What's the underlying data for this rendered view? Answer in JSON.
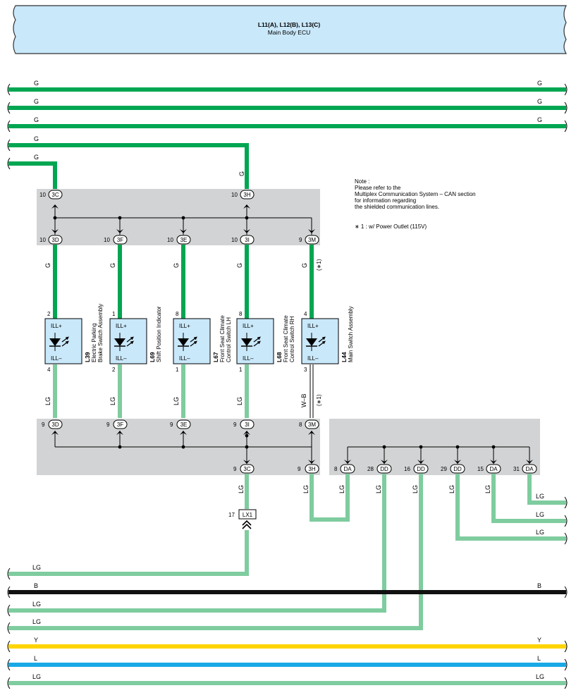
{
  "ecu": {
    "title": "L11(A), L12(B), L13(C)",
    "subtitle": "Main Body ECU"
  },
  "note": {
    "lines": [
      "Note :",
      "Please refer to the",
      "Multiplex Communication System – CAN section",
      "for information regarding",
      "the shielded communication lines."
    ],
    "option": "∗ 1 : w/ Power Outlet (115V)"
  },
  "wire_colors": {
    "G": "#00a651",
    "LG": "#7fcc9f",
    "B": "#111111",
    "Y": "#ffd400",
    "L": "#19a9e6"
  },
  "top_wires": [
    {
      "label_left": "G",
      "label_right": "G"
    },
    {
      "label_left": "G",
      "label_right": "G"
    },
    {
      "label_left": "G",
      "label_right": "G"
    },
    {
      "label_left": "G",
      "label_right": ""
    },
    {
      "label_left": "G",
      "label_right": ""
    }
  ],
  "junction_top": {
    "in_pins": [
      {
        "num": "10",
        "conn": "3C"
      },
      {
        "num": "10",
        "conn": "3H"
      }
    ],
    "out_pins": [
      {
        "num": "10",
        "conn": "3D"
      },
      {
        "num": "10",
        "conn": "3F"
      },
      {
        "num": "10",
        "conn": "3E"
      },
      {
        "num": "10",
        "conn": "3I"
      },
      {
        "num": "9",
        "conn": "3M"
      }
    ],
    "wire_g": "G"
  },
  "switches": [
    {
      "id": "L39",
      "name1": "Electric Parking",
      "name2": "Brake Switch Assembly",
      "pin_top": "2",
      "pin_bot": "4",
      "top_wire": "G",
      "bot_wire": "LG",
      "ill_plus": "ILL+",
      "ill_minus": "ILL–"
    },
    {
      "id": "L69",
      "name1": "Shift Position Indicator",
      "name2": "",
      "pin_top": "1",
      "pin_bot": "2",
      "top_wire": "G",
      "bot_wire": "LG",
      "ill_plus": "ILL+",
      "ill_minus": "ILL–"
    },
    {
      "id": "L67",
      "name1": "Front Seat Climate",
      "name2": "Control Switch LH",
      "pin_top": "8",
      "pin_bot": "1",
      "top_wire": "G",
      "bot_wire": "LG",
      "ill_plus": "ILL+",
      "ill_minus": "ILL–"
    },
    {
      "id": "L68",
      "name1": "Front Seat Climate",
      "name2": "Control Switch RH",
      "pin_top": "8",
      "pin_bot": "1",
      "top_wire": "G",
      "bot_wire": "LG",
      "ill_plus": "ILL+",
      "ill_minus": "ILL–"
    },
    {
      "id": "L44",
      "name1": "Main Switch Assembly",
      "name2": "",
      "pin_top": "4",
      "pin_bot": "3",
      "top_wire": "G",
      "bot_wire": "W–B",
      "ill_plus": "ILL+",
      "ill_minus": "ILL–",
      "note_top": "(∗1)",
      "note_bot": "(∗1)"
    }
  ],
  "junction_bottom": {
    "in_pins": [
      {
        "num": "9",
        "conn": "3D"
      },
      {
        "num": "9",
        "conn": "3F"
      },
      {
        "num": "9",
        "conn": "3E"
      },
      {
        "num": "9",
        "conn": "3I"
      },
      {
        "num": "8",
        "conn": "3M"
      }
    ],
    "out_pins": [
      {
        "num": "9",
        "conn": "3C"
      },
      {
        "num": "9",
        "conn": "3H"
      }
    ]
  },
  "junction_right": {
    "pins": [
      {
        "num": "8",
        "conn": "DA"
      },
      {
        "num": "28",
        "conn": "DD"
      },
      {
        "num": "16",
        "conn": "DD"
      },
      {
        "num": "29",
        "conn": "DD"
      },
      {
        "num": "15",
        "conn": "DA"
      },
      {
        "num": "31",
        "conn": "DA"
      }
    ]
  },
  "connector_lx1": {
    "num": "17",
    "name": "LX1"
  },
  "branch_labels": {
    "lx1": "LG",
    "h3": "LG",
    "dd28": "LG",
    "dd16": "LG",
    "dd29": "LG",
    "da15": "LG",
    "da31": "LG",
    "da8": "LG"
  },
  "right_wires": [
    {
      "label": "LG"
    },
    {
      "label": "LG"
    },
    {
      "label": "LG"
    }
  ],
  "bottom_wires": [
    {
      "label_left": "LG",
      "label_right": "",
      "color": "LG"
    },
    {
      "label_left": "B",
      "label_right": "B",
      "color": "B"
    },
    {
      "label_left": "LG",
      "label_right": "",
      "color": "LG"
    },
    {
      "label_left": "LG",
      "label_right": "",
      "color": "LG"
    },
    {
      "label_left": "Y",
      "label_right": "Y",
      "color": "Y"
    },
    {
      "label_left": "L",
      "label_right": "L",
      "color": "L"
    },
    {
      "label_left": "LG",
      "label_right": "LG",
      "color": "LG"
    }
  ]
}
